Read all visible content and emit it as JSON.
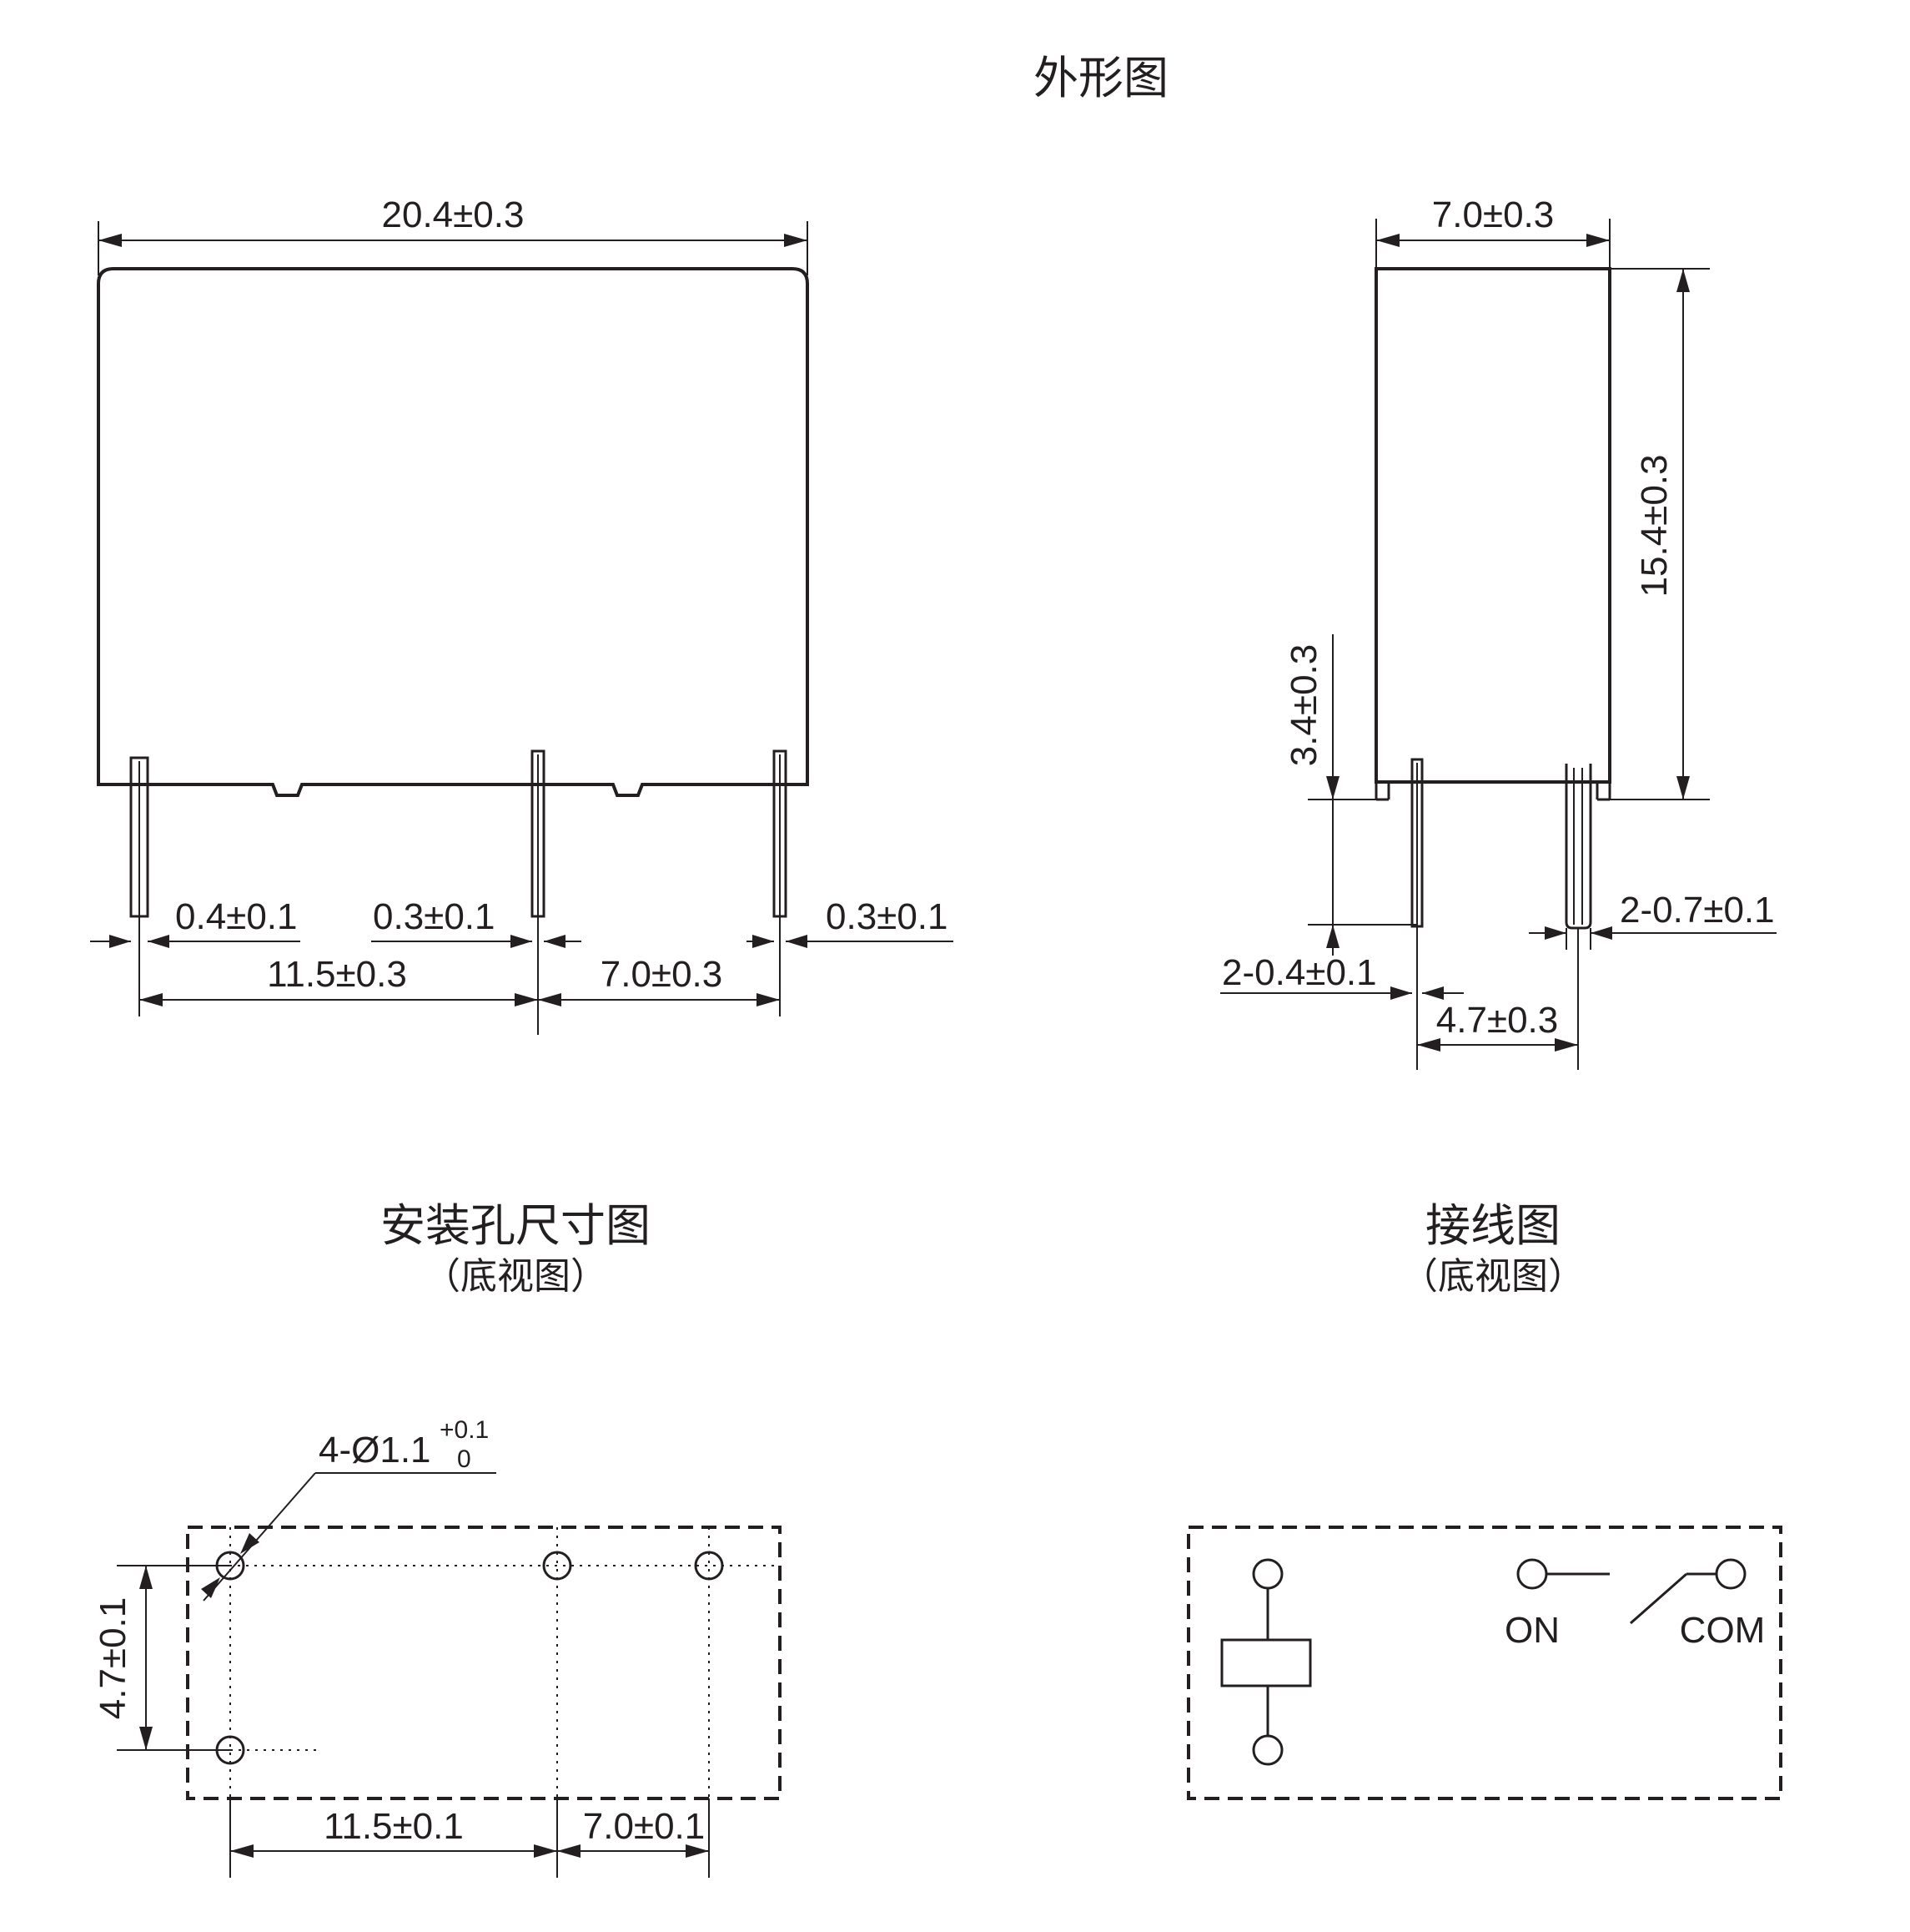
{
  "titles": {
    "outline": "外形图",
    "hole_layout": "安装孔尺寸图",
    "hole_layout_sub": "（底视图）",
    "wiring": "接线图",
    "wiring_sub": "（底视图）"
  },
  "front_view": {
    "width": "20.4±0.3",
    "pin_left_width": "0.4±0.1",
    "pin_mid_width": "0.3±0.1",
    "pin_right_width": "0.3±0.1",
    "span_left": "11.5±0.3",
    "span_right": "7.0±0.3"
  },
  "side_view": {
    "depth": "7.0±0.3",
    "height": "15.4±0.3",
    "pin_length": "3.4±0.3",
    "pin_thin": "2-0.4±0.1",
    "pin_thick": "2-0.7±0.1",
    "pin_pitch": "4.7±0.3"
  },
  "hole_view": {
    "hole_prefix": "4-",
    "hole_phi": "Ø",
    "hole_dia": "1.1",
    "tol_upper": "+0.1",
    "tol_lower": "0",
    "vertical_pitch": "4.7±0.1",
    "span_left": "11.5±0.1",
    "span_right": "7.0±0.1"
  },
  "wiring_view": {
    "on_label": "ON",
    "com_label": "COM"
  }
}
